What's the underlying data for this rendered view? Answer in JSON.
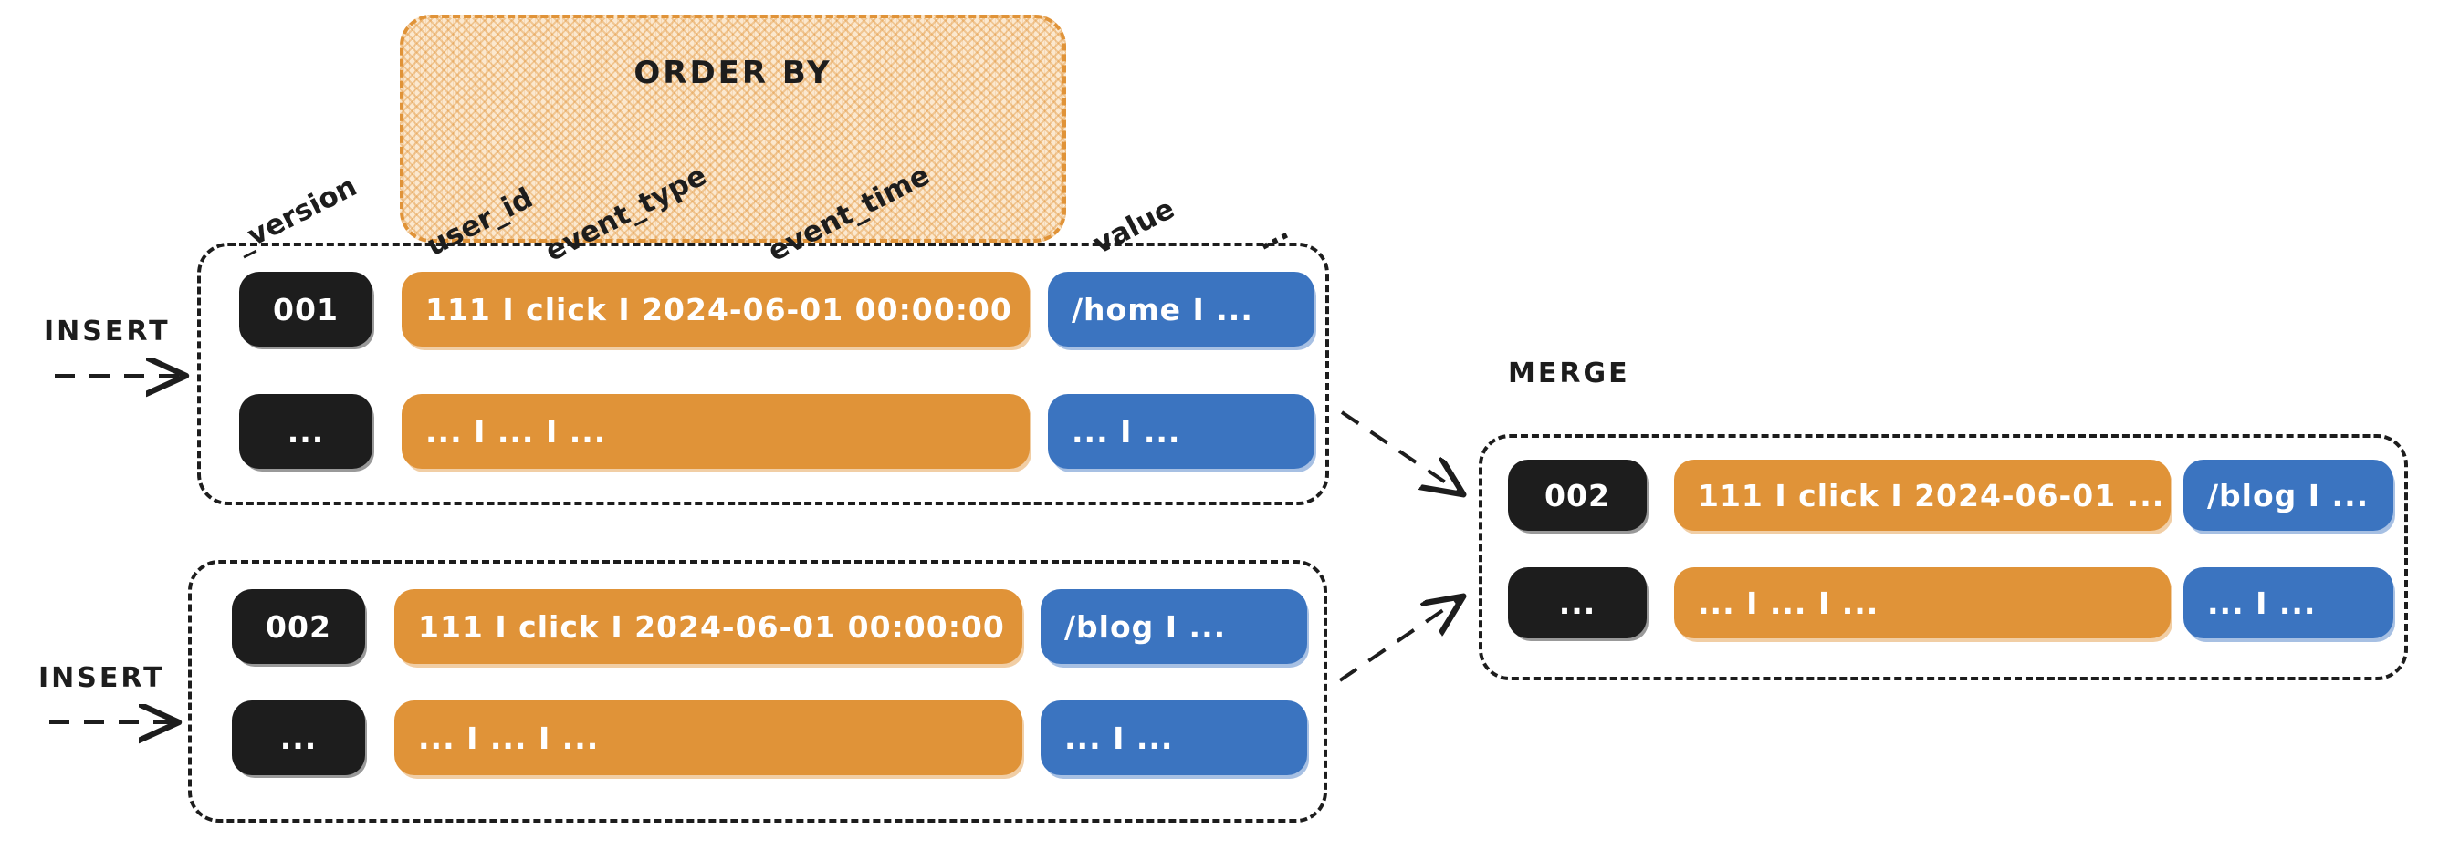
{
  "diagram": {
    "title_orderby": "ORDER BY",
    "merge_label": "MERGE",
    "insert_label_top": "INSERT",
    "insert_label_bottom": "INSERT",
    "columns": [
      {
        "name": "_version",
        "in_orderby": false
      },
      {
        "name": "user_id",
        "in_orderby": true
      },
      {
        "name": "event_type",
        "in_orderby": true
      },
      {
        "name": "event_time",
        "in_orderby": true
      },
      {
        "name": "value",
        "in_orderby": false
      },
      {
        "name": "...",
        "in_orderby": false
      }
    ],
    "blocks": [
      {
        "id": "insert-block-1",
        "label": "INSERT",
        "rows": [
          {
            "version": "001",
            "key": "111  I   click   I 2024-06-01 00:00:00",
            "value": "/home  I ..."
          },
          {
            "version": "...",
            "key": "...    I   ...     I ...",
            "value": "...     I  ..."
          }
        ]
      },
      {
        "id": "insert-block-2",
        "label": "INSERT",
        "rows": [
          {
            "version": "002",
            "key": "111  I   click   I 2024-06-01 00:00:00",
            "value": "/blog  I ..."
          },
          {
            "version": "...",
            "key": "...    I   ...     I ...",
            "value": "...     I  ..."
          }
        ]
      },
      {
        "id": "merge-block",
        "label": "MERGE",
        "rows": [
          {
            "version": "002",
            "key": "111   I   click   I 2024-06-01 ...",
            "value": "/blog  I ..."
          },
          {
            "version": "...",
            "key": "...    I   ...      I ...",
            "value": "...     I  ..."
          }
        ]
      }
    ],
    "colors": {
      "orange": "#E09338",
      "blue": "#3B74C0",
      "dark": "#1D1D1D",
      "hatch_fill": "#FBE8CF",
      "background": "#FFFFFF"
    }
  }
}
